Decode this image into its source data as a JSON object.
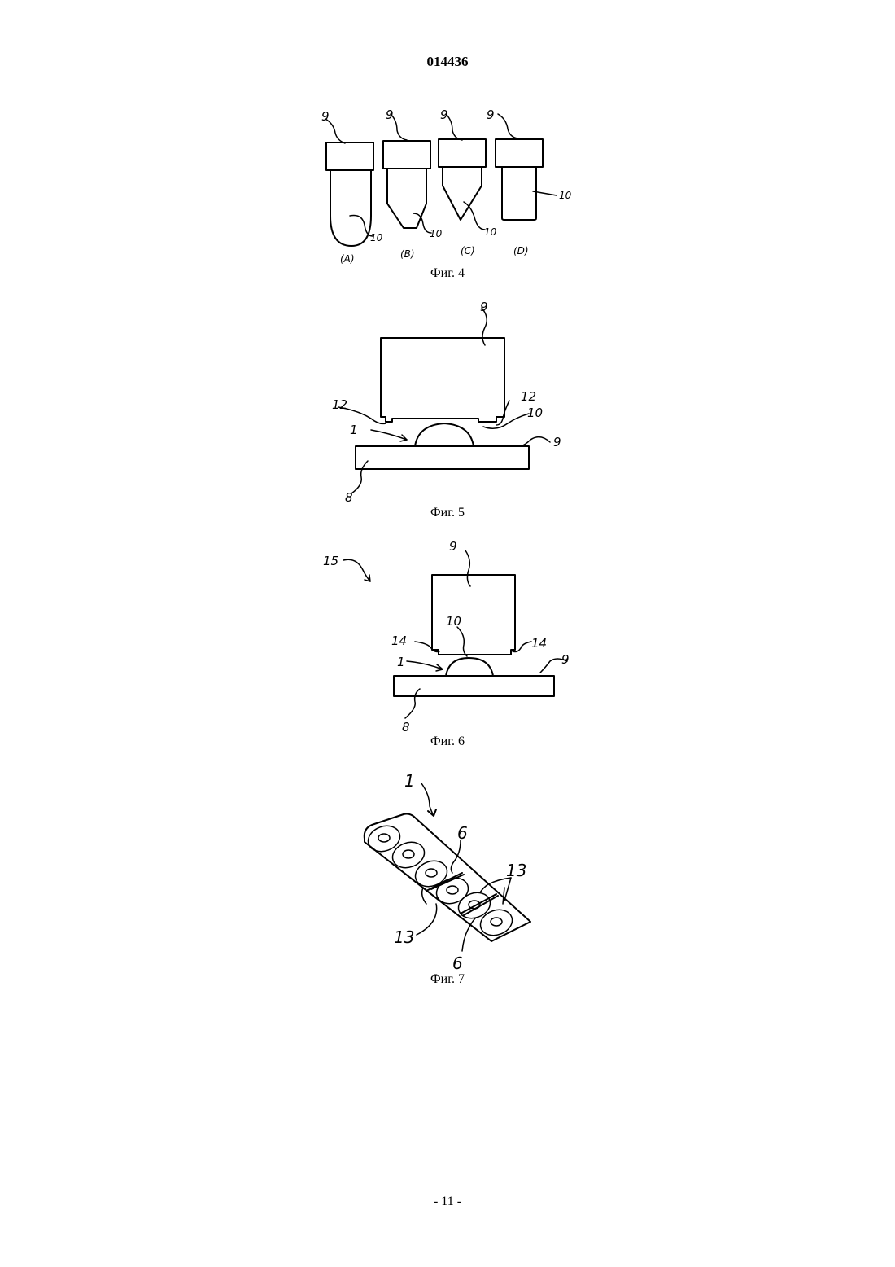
{
  "header": {
    "document_number": "014436"
  },
  "figures": [
    {
      "caption": "Фиг. 4",
      "ref_labels": [
        "9",
        "9",
        "9",
        "9",
        "10",
        "10",
        "10",
        "10"
      ],
      "panel_labels": [
        "(A)",
        "(B)",
        "(C)",
        "(D)"
      ]
    },
    {
      "caption": "Фиг. 5",
      "ref_labels": {
        "top": "9",
        "left12": "12",
        "right12": "12",
        "ten": "10",
        "one": "1",
        "right9": "9",
        "eight": "8"
      }
    },
    {
      "caption": "Фиг. 6",
      "ref_labels": {
        "fifteen": "15",
        "top": "9",
        "ten": "10",
        "left14": "14",
        "right14": "14",
        "one": "1",
        "right9": "9",
        "eight": "8"
      }
    },
    {
      "caption": "Фиг. 7",
      "ref_labels": {
        "one": "1",
        "six_top": "6",
        "thirteen_right": "13",
        "thirteen_left": "13",
        "six_bottom": "6"
      }
    }
  ],
  "footer": {
    "page_number": "- 11 -"
  }
}
